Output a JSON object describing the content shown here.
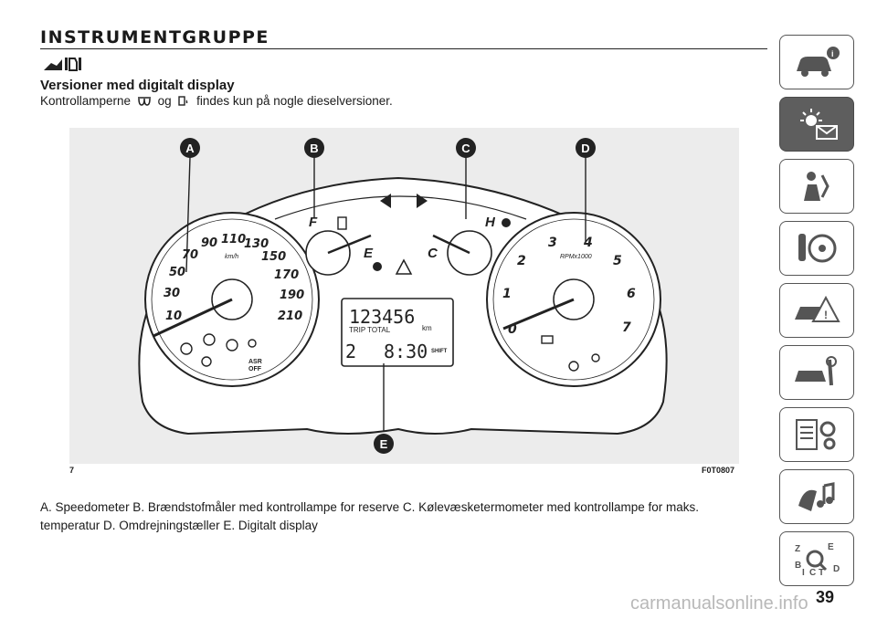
{
  "header": {
    "title": "INSTRUMENTGRUPPE"
  },
  "section": {
    "subheading": "Versioner med digitalt display",
    "intro_prefix": "Kontrollamperne",
    "intro_conj": "og",
    "intro_suffix": "findes kun på nogle dieselversioner."
  },
  "figure": {
    "code_left": "7",
    "code_right": "F0T0807",
    "callouts": [
      "A",
      "B",
      "C",
      "D",
      "E"
    ],
    "speedo": {
      "unit": "km/h",
      "labels": [
        "10",
        "30",
        "50",
        "70",
        "90",
        "110",
        "130",
        "150",
        "170",
        "190",
        "210"
      ]
    },
    "tacho": {
      "unit": "RPMx1000",
      "labels": [
        "0",
        "1",
        "2",
        "3",
        "4",
        "5",
        "6",
        "7"
      ]
    },
    "fuel": {
      "full": "F",
      "empty": "E"
    },
    "temp": {
      "cold": "C",
      "hot": "H"
    },
    "display": {
      "odometer": "123456",
      "trip": "TRIP TOTAL",
      "km": "km",
      "gear": "2",
      "clock": "8:30",
      "shift": "SHIFT"
    },
    "asr": "ASR",
    "asr_off": "OFF"
  },
  "caption": "A. Speedometer B. Brændstofmåler med kontrollampe for reserve C. Kølevæsketermometer med kontrollampe for maks. temperatur D. Omdrejningstæller E. Digitalt display",
  "side_tabs": [
    {
      "icon": "car-info-icon",
      "active": false
    },
    {
      "icon": "warning-light-icon",
      "active": true
    },
    {
      "icon": "airbag-seat-icon",
      "active": false
    },
    {
      "icon": "key-steering-icon",
      "active": false
    },
    {
      "icon": "crash-warning-icon",
      "active": false
    },
    {
      "icon": "car-service-icon",
      "active": false
    },
    {
      "icon": "specs-gear-icon",
      "active": false
    },
    {
      "icon": "multimedia-icon",
      "active": false
    },
    {
      "icon": "index-search-icon",
      "active": false
    }
  ],
  "footer": {
    "page_number": "39",
    "watermark": "carmanualsonline.info"
  },
  "colors": {
    "active_tab": "#5e5e5e",
    "figure_bg": "#ececec"
  }
}
